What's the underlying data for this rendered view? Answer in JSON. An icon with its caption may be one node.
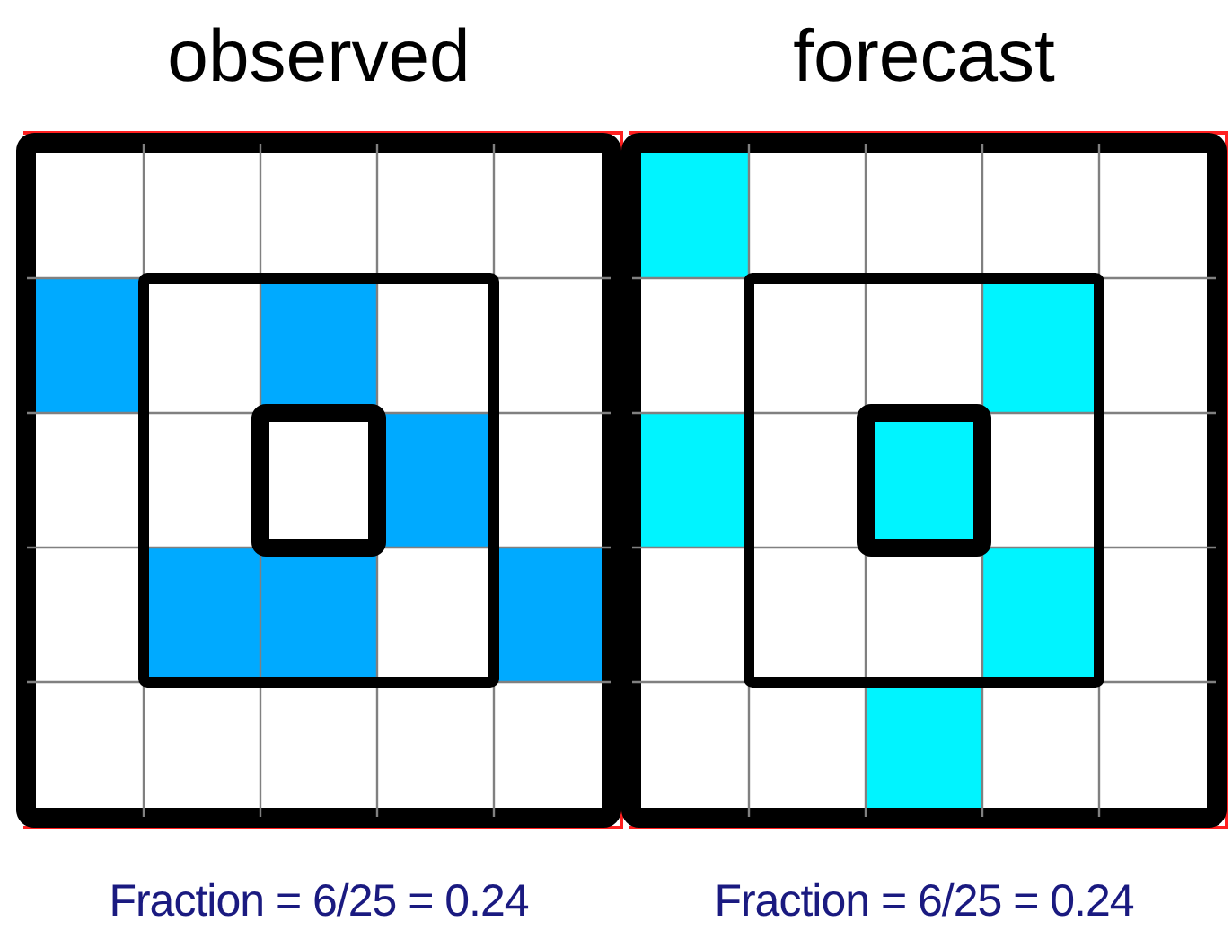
{
  "diagram": {
    "nodes": [
      {
        "text": [
          "observed"
        ],
        "beside": [
          "Fraction = 6/25 = 0.24"
        ]
      },
      {
        "text": [],
        "shape": "box",
        "in": 0
      },
      {
        "text": [],
        "shape": "box",
        "in": 1
      },
      {
        "text": [],
        "shape": "box",
        "in": 0
      },
      {
        "text": [],
        "shape": "box",
        "in": 1
      },
      {
        "text": [],
        "shape": "box",
        "in": 1
      },
      {
        "text": [],
        "shape": "box",
        "in": 1
      },
      {
        "text": [],
        "shape": "box",
        "in": 1
      },
      {
        "text": [],
        "shape": "box",
        "in": 0
      },
      {
        "text": [
          "forecast"
        ],
        "beside": [
          "Fraction = 6/25 = 0.24"
        ]
      },
      {
        "text": [],
        "shape": "box",
        "in": 9
      },
      {
        "text": [],
        "shape": "box",
        "in": 10
      },
      {
        "text": [],
        "shape": "box",
        "in": 9
      },
      {
        "text": [],
        "shape": "box",
        "in": 10
      },
      {
        "text": [],
        "shape": "box",
        "in": 9
      },
      {
        "text": [],
        "shape": "box",
        "in": 11
      },
      {
        "text": [],
        "shape": "box",
        "in": 10
      },
      {
        "text": [],
        "shape": "box",
        "in": 9
      }
    ],
    "edges": []
  }
}
